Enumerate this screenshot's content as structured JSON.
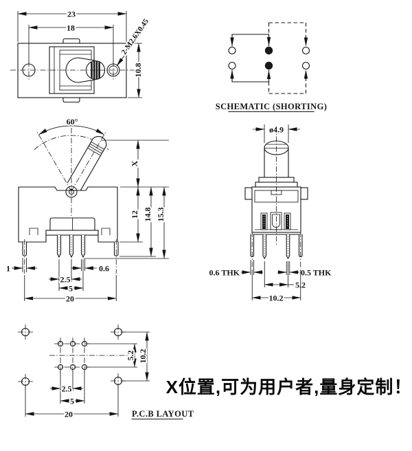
{
  "document": {
    "background": "#ffffff",
    "ink": "#151515"
  },
  "top_view": {
    "width": "23",
    "mount_spacing": "18",
    "height": "10.8",
    "thread_note": "2-M2.6X0.45"
  },
  "schematic": {
    "title": "SCHEMATIC (SHORTING)"
  },
  "side_view": {
    "throw_angle": "60°",
    "lever_height": "X",
    "body_height": "12",
    "leg_depth": "14.8",
    "pin_depth": "15.3",
    "leg_width": "1",
    "pin_width": "0.6",
    "pin_pitch": "2.5",
    "pin_span": "5",
    "leg_span": "20"
  },
  "front_view": {
    "lever_diameter": "ø4.9",
    "leg_thickness": "0.6 THK",
    "pin_thickness": "0.5 THK",
    "pin_span": "5.2",
    "leg_span": "10.2"
  },
  "pcb_layout": {
    "title": "P.C.B LAYOUT",
    "row_spacing": "5.2",
    "frame_spacing": "10.2",
    "hole_pitch": "2.5",
    "hole_span": "5",
    "frame_width": "20"
  },
  "note": {
    "text": "X位置,可为用户者,量身定制！"
  }
}
